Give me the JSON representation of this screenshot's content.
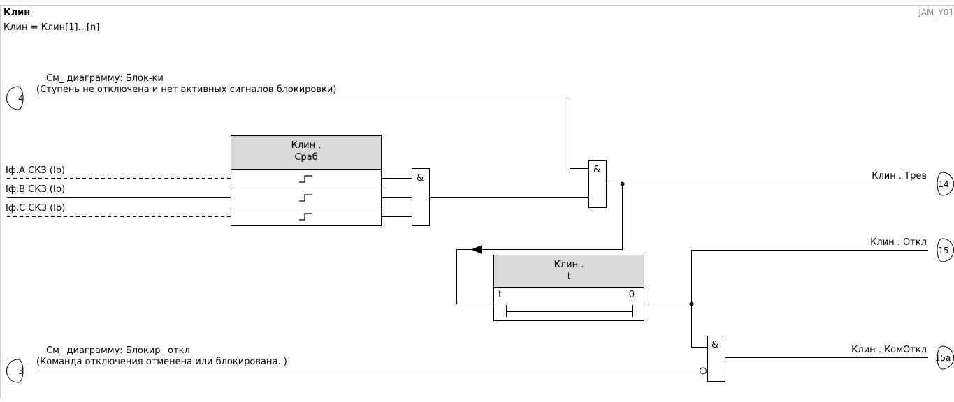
{
  "header": {
    "title": "Клин",
    "code": "JAM_Y01",
    "subtitle": "Клин = Клин[1]...[n]"
  },
  "connectors": {
    "in_4": "4",
    "in_3": "3",
    "out_14": "14",
    "out_15": "15",
    "out_15a": "15a"
  },
  "notes": {
    "blocking_ref": "См_ диаграмму: Блок-ки",
    "blocking_desc": "(Ступень не отключена и нет активных сигналов блокировки)",
    "trip_block_ref": "См_ диаграмму: Блокир_ откл",
    "trip_block_desc": "(Команда отключения отменена или блокирована. )"
  },
  "inputs": {
    "phase_a": "Iф.A СКЗ (Ib)",
    "phase_b": "Iф.B СКЗ (Ib)",
    "phase_c": "Iф.C СКЗ (Ib)"
  },
  "pickup_block": {
    "title_line1": "Клин .",
    "title_line2": "Сраб"
  },
  "timer_block": {
    "title_line1": "Клин .",
    "title_line2": "t",
    "label_start": "t",
    "label_end": "0"
  },
  "gates": {
    "and_symbol": "&"
  },
  "outputs": {
    "alarm": "Клин . Трев",
    "trip": "Клин . Откл",
    "trip_cmd": "Клин . КомОткл"
  },
  "colors": {
    "block_header": "#d9d9d9",
    "line": "#000000",
    "frame": "#cccccc"
  }
}
